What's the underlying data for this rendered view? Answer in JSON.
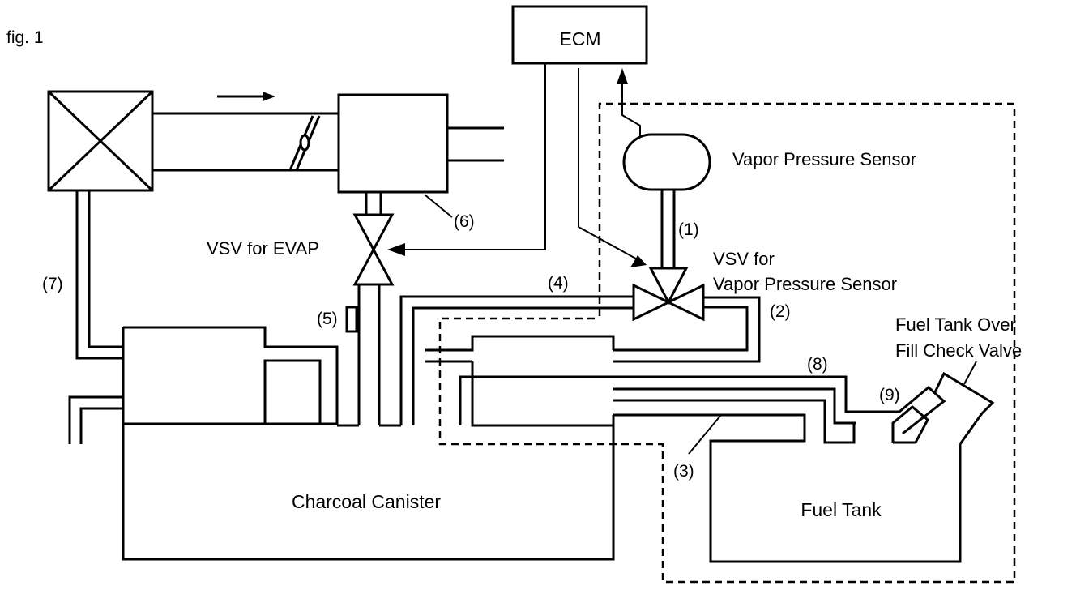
{
  "figure": {
    "label": "fig. 1"
  },
  "components": {
    "ecm": "ECM",
    "vapor_pressure_sensor": "Vapor Pressure Sensor",
    "vsv_evap": "VSV for EVAP",
    "vsv_vps_line1": "VSV for",
    "vsv_vps_line2": "Vapor Pressure Sensor",
    "charcoal_canister": "Charcoal Canister",
    "fuel_tank": "Fuel Tank",
    "check_valve_line1": "Fuel Tank Over",
    "check_valve_line2": "Fill Check Valve"
  },
  "callouts": {
    "c1": "(1)",
    "c2": "(2)",
    "c3": "(3)",
    "c4": "(4)",
    "c5": "(5)",
    "c6": "(6)",
    "c7": "(7)",
    "c8": "(8)",
    "c9": "(9)"
  },
  "colors": {
    "line": "#000000",
    "background": "#ffffff"
  }
}
